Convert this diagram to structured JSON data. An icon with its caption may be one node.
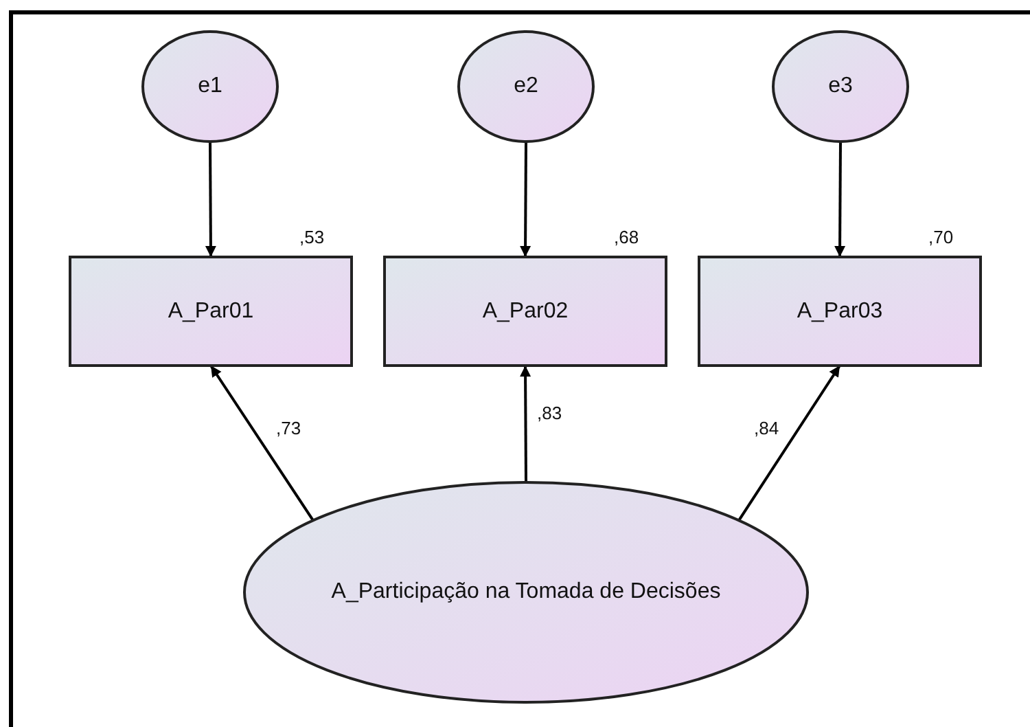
{
  "diagram": {
    "nodes": [
      {
        "text": [
          "e1"
        ]
      },
      {
        "text": [
          "e2"
        ]
      },
      {
        "text": [
          "e3"
        ]
      },
      {
        "text": [
          "A_Par01"
        ],
        "beside": [
          ",53"
        ]
      },
      {
        "text": [
          "A_Par02"
        ],
        "beside": [
          ",68"
        ]
      },
      {
        "text": [
          "A_Par03"
        ],
        "beside": [
          ",70"
        ]
      },
      {
        "text": [
          "A_Participação na Tomada de Decisões"
        ]
      }
    ],
    "edges": [
      {
        "from": 0,
        "to": 3,
        "arrow": "to"
      },
      {
        "from": 1,
        "to": 4,
        "arrow": "to"
      },
      {
        "from": 2,
        "to": 5,
        "arrow": "to"
      },
      {
        "from": 6,
        "to": 3,
        "arrow": "to",
        "label": ",73"
      },
      {
        "from": 6,
        "to": 4,
        "arrow": "to",
        "label": ",83"
      },
      {
        "from": 6,
        "to": 5,
        "arrow": "to",
        "label": ",84"
      }
    ]
  }
}
